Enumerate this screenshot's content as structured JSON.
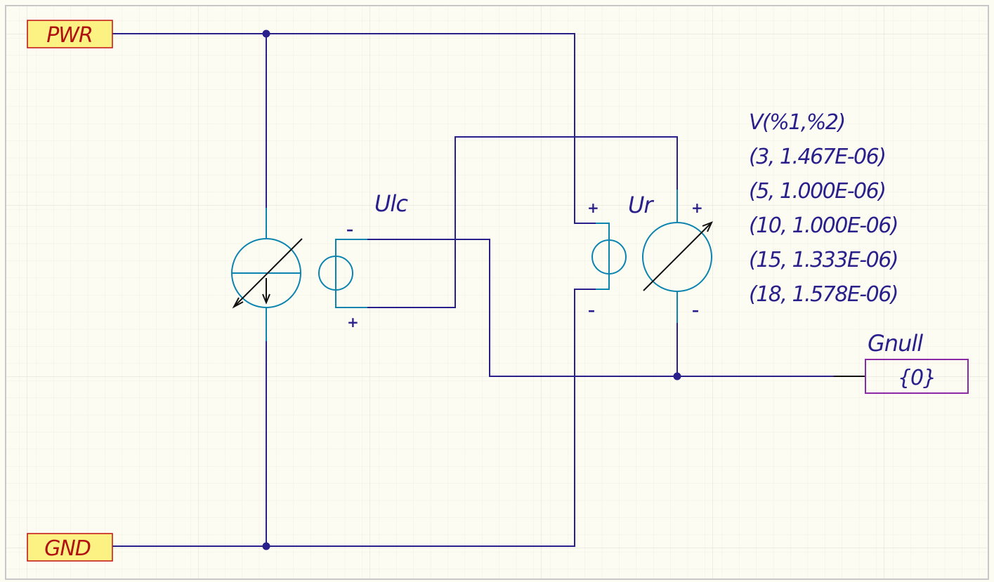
{
  "colors": {
    "paper": "#fdfcf3",
    "grid_fine": "#efeee3",
    "grid_major": "#e2e2da",
    "border": "#c8c8c8",
    "wire": "#29208c",
    "junction": "#29208c",
    "component": "#0b84b0",
    "arrow": "#111111",
    "port_fill": "#fbf283",
    "port_border": "#c11010",
    "port_text": "#b01010",
    "gnull_border": "#8c2aa5",
    "gnull_text": "#29208c",
    "label_text": "#29208c"
  },
  "ports": {
    "pwr": "PWR",
    "gnd": "GND",
    "gnull_name": "Gnull",
    "gnull_value": "{0}"
  },
  "components": {
    "ulc": {
      "ref": "Ulc",
      "minus": "–",
      "plus": "+"
    },
    "ur": {
      "ref": "Ur",
      "plus_left": "+",
      "minus_left": "–",
      "plus_right": "+",
      "minus_right": "–"
    }
  },
  "annotation": {
    "title": "V(%1,%2)",
    "rows": [
      "(3, 1.467E-06)",
      "(5, 1.000E-06)",
      "(10, 1.000E-06)",
      "(15, 1.333E-06)",
      "(18, 1.578E-06)"
    ]
  }
}
